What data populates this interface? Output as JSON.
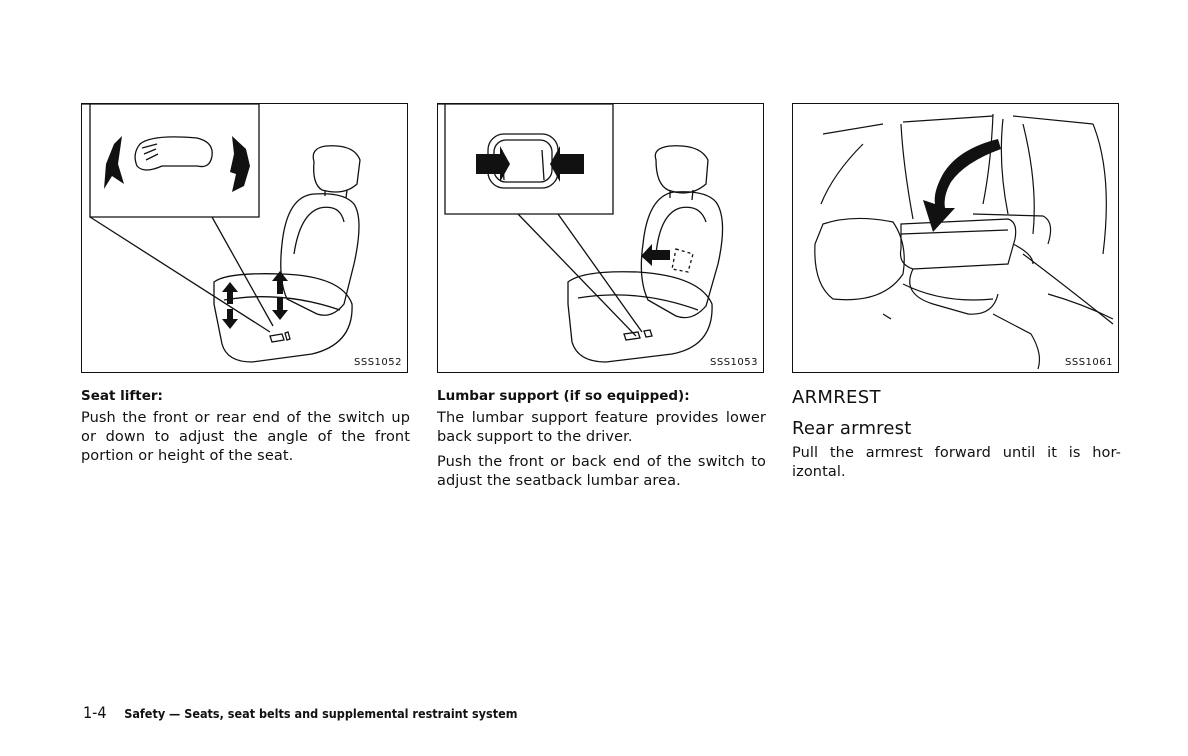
{
  "figures": [
    {
      "code": "SSS1052"
    },
    {
      "code": "SSS1053"
    },
    {
      "code": "SSS1061"
    }
  ],
  "seat_lifter": {
    "heading": "Seat lifter:",
    "text": "Push the front or rear end of the switch up or down to adjust the angle of the front portion or height of the seat."
  },
  "lumbar": {
    "heading": "Lumbar support (if so equipped):",
    "text1": "The lumbar support feature provides lower back support to the driver.",
    "text2": "Push the front or back end of the switch to adjust the seatback lumbar area."
  },
  "armrest": {
    "section_title": "ARMREST",
    "subtitle": "Rear armrest",
    "text": "Pull the armrest forward until it is hor-izontal."
  },
  "footer": {
    "page": "1-4",
    "section": "Safety — Seats, seat belts and supplemental restraint system"
  }
}
